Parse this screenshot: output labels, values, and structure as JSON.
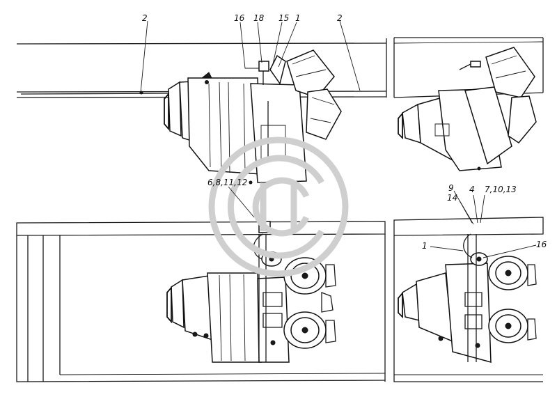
{
  "callouts": {
    "top_left": {
      "l2a": "2",
      "l16": "16",
      "l18": "18",
      "l15": "15",
      "l1": "1",
      "l2b": "2",
      "l6": "6,8,11,12"
    },
    "bottom_right": {
      "l9": "9",
      "l14": "14",
      "l4": "4",
      "l7": "7,10,13",
      "l1": "1",
      "l16": "16"
    }
  },
  "colors": {
    "line": "#1a1a1a",
    "background": "#ffffff",
    "watermark": "#cfcfcf"
  }
}
